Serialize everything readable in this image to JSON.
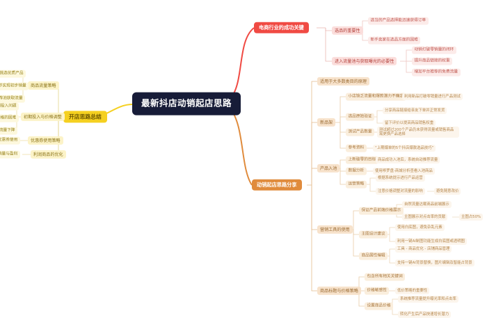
{
  "root": {
    "label": "最新抖店动销起店思路"
  },
  "branches": {
    "ecommerce_key": {
      "label": "电商行业的成功关键",
      "children": [
        {
          "label": "选品的重要性",
          "children": [
            {
              "label": "选当的产品选择能迅速获得订单"
            },
            {
              "label": "新手卖家在选品方面的困难"
            }
          ]
        },
        {
          "label": "进入流量池与获取曝光的必要性",
          "children": [
            {
              "label": "动销打破零销量的闭环"
            },
            {
              "label": "提升商品链接的权重"
            },
            {
              "label": "增加平台推荐的免费流量"
            }
          ]
        }
      ]
    },
    "sales_ideas": {
      "label": "动销起店思路分享",
      "children": [
        {
          "label": "适用于大多数类目的原理",
          "children": []
        },
        {
          "label": "新品架",
          "children": [
            {
              "label": "小店缺乏流量和爆款潜力不确定",
              "children": [
                {
                  "label": "利用新品打破零销量进行产品测试"
                }
              ]
            },
            {
              "label": "选品原始验证",
              "children": [
                {
                  "label": "分享商品链接给亲友下单并正常发货"
                },
                {
                  "label": "留下评价以提高商品销售权重"
                }
              ]
            },
            {
              "label": "测试产品数量",
              "children": [
                {
                  "label": "测试超过200个产品仍未获得流量或销售商品需更换产品选择"
                }
              ]
            },
            {
              "label": "参考资料",
              "children": [
                {
                  "label": "“上期爆单的5个抖店爆款选品技巧”"
                }
              ]
            }
          ]
        },
        {
          "label": "产品入池",
          "children": [
            {
              "label": "上新破零的目标",
              "children": [
                {
                  "label": "商品成功入池后，系统自动推荐流量"
                }
              ]
            },
            {
              "label": "数据分析",
              "children": [
                {
                  "label": "使用哆罗盘-商城分析查看入池商品"
                }
              ]
            },
            {
              "label": "运营策略",
              "children": [
                {
                  "label": "根据系统提示进行产品运营"
                },
                {
                  "label": "注意价格调整对流量的影响",
                  "children": [
                    {
                      "label": "避免随意改价"
                    }
                  ]
                }
              ]
            }
          ]
        },
        {
          "label": "营销工具的使用",
          "children": [
            {
              "label": "保证产品前端价格展示",
              "children": [
                {
                  "label": "自然流量达载商品前端展示"
                },
                {
                  "label": "主图展示对点击率的贡献",
                  "children": [
                    {
                      "label": "主图占50%"
                    }
                  ]
                }
              ]
            },
            {
              "label": "主图设计建议",
              "children": [
                {
                  "label": "使用白底图，避免杂乱元素"
                },
                {
                  "label": "利用一键AI制图功能生成白底图或透明图"
                }
              ]
            },
            {
              "label": "商品属性编辑",
              "children": [
                {
                  "label": "工具 - 商品优化 - 店铺商品管理"
                },
                {
                  "label": "支持一键AI背景替换，图片编辑及智能占背景"
                }
              ]
            }
          ]
        },
        {
          "label": "商品标题与价格策略",
          "children": [
            {
              "label": "包含所有相关关键词",
              "children": []
            },
            {
              "label": "价格敏感性",
              "children": [
                {
                  "label": "低价策略的重要性"
                }
              ]
            },
            {
              "label": "设置商品价格",
              "children": [
                {
                  "label": "系统推荐流量提升曝光率和点击率"
                },
                {
                  "label": "转化产生后产品快速增长潜力"
                }
              ]
            }
          ]
        }
      ]
    },
    "store_summary": {
      "label": "开店思路总结",
      "children": [
        {
          "label": "商品流量策略",
          "children": [
            {
              "label": "挑选优质产品"
            },
            {
              "label": "通过某些环节实现初步销量"
            },
            {
              "label": "进入推荐池获取流量"
            }
          ]
        },
        {
          "label": "初期投入与价格调整",
          "children": [
            {
              "label": "初期投入问题"
            },
            {
              "label": "恢复价格的困难"
            },
            {
              "label": "免费流量下降"
            }
          ]
        },
        {
          "label": "优惠券使用策略",
          "children": [
            {
              "label": "减少优惠券使用"
            }
          ]
        },
        {
          "label": "利润商品的优化",
          "children": [
            {
              "label": "店铺销量与盈利"
            }
          ]
        }
      ]
    }
  },
  "colors": {
    "root_bg": "#171c38",
    "red": "#f04a43",
    "orange": "#e08b3c",
    "yellow": "#f5d020"
  }
}
